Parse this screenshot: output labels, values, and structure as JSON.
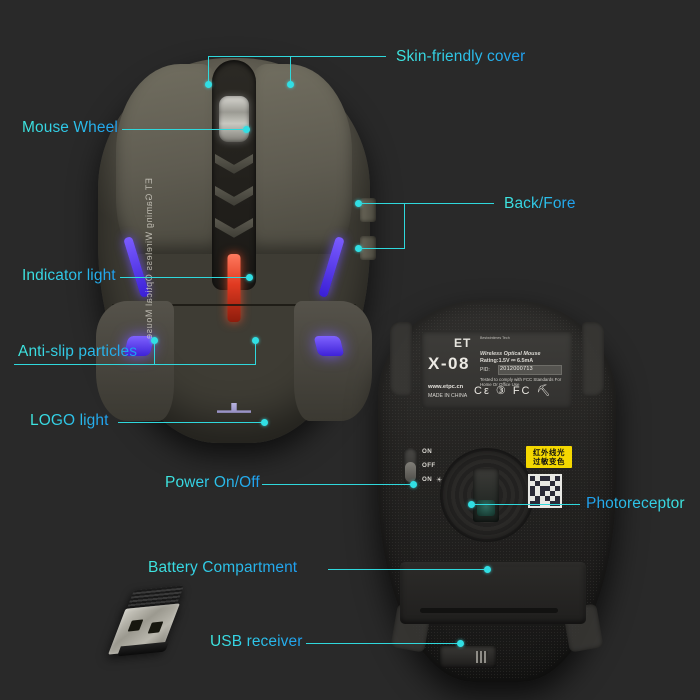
{
  "page": {
    "background_color": "#292929",
    "accent_color": "#2fd8dc",
    "label_gradient_from": "#3fe8e0",
    "label_gradient_to": "#1f9ff0"
  },
  "callouts": [
    {
      "id": "skin-friendly-cover",
      "label": "Skin-friendly cover"
    },
    {
      "id": "mouse-wheel",
      "label": "Mouse Wheel"
    },
    {
      "id": "back-fore",
      "label": "Back/Fore"
    },
    {
      "id": "indicator-light",
      "label": "Indicator light"
    },
    {
      "id": "anti-slip-particles",
      "label": "Anti-slip particles"
    },
    {
      "id": "logo-light",
      "label": "LOGO light"
    },
    {
      "id": "power-on-off",
      "label": "Power On/Off"
    },
    {
      "id": "photoreceptor",
      "label": "Photoreceptor"
    },
    {
      "id": "battery-compartment",
      "label": "Battery Compartment"
    },
    {
      "id": "usb-receiver",
      "label": "USB receiver"
    }
  ],
  "product_label": {
    "brand": "ET",
    "brand_sub": "Bestwintimes Tech",
    "model": "X-08",
    "line1": "Wireless Optical Mouse",
    "line2": "Rating:1.5V ⎓ 6.5mA",
    "pid_prefix": "PID:",
    "pid_value": "2012000713",
    "compliance": "Tested to comply with FCC Standards For Home Or Office Use",
    "website": "www.etpc.cn",
    "origin": "MADE IN CHINA",
    "marks": "Cε ③ FC ⛏"
  },
  "power_switch": {
    "top": "ON",
    "middle": "OFF",
    "bottom": "ON",
    "bottom_icon": "☀"
  },
  "warning_sticker": {
    "line1": "红外线光",
    "line2": "过敏变色"
  },
  "mouse_top": {
    "side_text": "ET Gaming Wireless Optical Mouse"
  }
}
